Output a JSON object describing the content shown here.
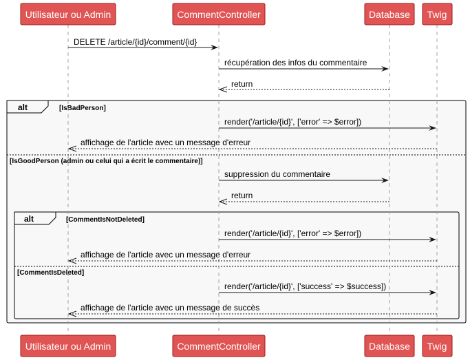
{
  "participants": [
    {
      "id": "user",
      "label": "Utilisateur ou Admin"
    },
    {
      "id": "controller",
      "label": "CommentController"
    },
    {
      "id": "db",
      "label": "Database"
    },
    {
      "id": "twig",
      "label": "Twig"
    }
  ],
  "messages": [
    {
      "id": "m1",
      "label": "DELETE /article/{id}/comment/{id}",
      "from": "user",
      "to": "controller",
      "style": "solid"
    },
    {
      "id": "m2",
      "label": "récupération des infos du commentaire",
      "from": "controller",
      "to": "db",
      "style": "solid"
    },
    {
      "id": "m3",
      "label": "return",
      "from": "db",
      "to": "controller",
      "style": "dashed"
    },
    {
      "id": "m4",
      "label": "render('/article/{id}', ['error' => $error])",
      "from": "controller",
      "to": "twig",
      "style": "solid"
    },
    {
      "id": "m5",
      "label": "affichage de l'article avec un message d'erreur",
      "from": "twig",
      "to": "user",
      "style": "dashed"
    },
    {
      "id": "m6",
      "label": "suppression du commentaire",
      "from": "controller",
      "to": "db",
      "style": "solid"
    },
    {
      "id": "m7",
      "label": "return",
      "from": "db",
      "to": "controller",
      "style": "dashed"
    },
    {
      "id": "m8",
      "label": "render('/article/{id}', ['error' => $error])",
      "from": "controller",
      "to": "twig",
      "style": "solid"
    },
    {
      "id": "m9",
      "label": "affichage de l'article avec un message d'erreur",
      "from": "twig",
      "to": "user",
      "style": "dashed"
    },
    {
      "id": "m10",
      "label": "render('/article/{id}', ['success' => $success])",
      "from": "controller",
      "to": "twig",
      "style": "solid"
    },
    {
      "id": "m11",
      "label": "affichage de l'article avec un message de succès",
      "from": "twig",
      "to": "user",
      "style": "dashed"
    }
  ],
  "fragments": [
    {
      "id": "f1",
      "keyword": "alt",
      "guards": [
        "[IsBadPerson]",
        "[IsGoodPerson (admin ou celui qui a écrit le commentaire)]"
      ]
    },
    {
      "id": "f2",
      "keyword": "alt",
      "guards": [
        "[CommentIsNotDeleted]",
        "[CommentIsDeleted]"
      ]
    }
  ],
  "colors": {
    "participant_fill": "#e05454",
    "participant_border": "#a11818",
    "participant_text": "#ffffff",
    "lifeline": "#a0a0a0",
    "arrow": "#181818",
    "fragment_border": "#000000",
    "fragment_fill": "#f8f8f8",
    "background": "#ffffff"
  }
}
